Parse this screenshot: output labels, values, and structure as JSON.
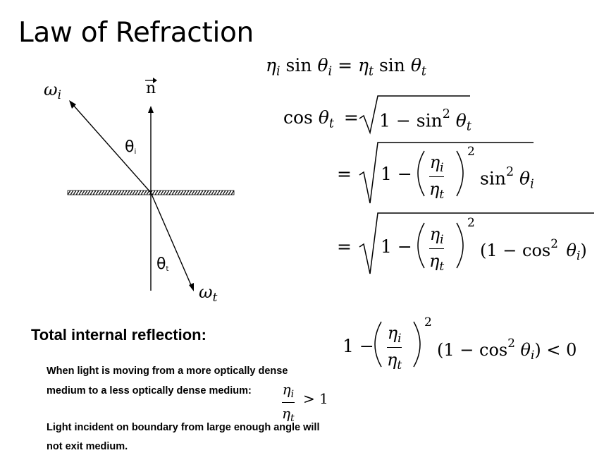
{
  "slide": {
    "title": "Law of Refraction"
  },
  "diagram": {
    "normal_label": "n",
    "omega_i": "ω",
    "omega_i_sub": "i",
    "omega_t": "ω",
    "omega_t_sub": "t",
    "theta_i": "θ",
    "theta_i_sub": "i",
    "theta_t": "θ",
    "theta_t_sub": "t"
  },
  "equations": {
    "snell": {
      "lhs": "η",
      "lhs_sub": "i",
      "sin": "sin",
      "theta": "θ",
      "eq": "=",
      "rhs": "η",
      "rhs_sub": "t"
    },
    "cos_line": {
      "cos": "cos",
      "theta": "θ",
      "theta_sub": "t",
      "eq": "=",
      "one_minus": "1 − sin",
      "sq": "2",
      "theta2": "θ",
      "theta2_sub": "t"
    },
    "line2": {
      "eq": "=",
      "one_minus": "1 −",
      "num": "η",
      "num_sub": "i",
      "den": "η",
      "den_sub": "t",
      "sq": "2",
      "sin": "sin",
      "sin_sq": "2",
      "theta": "θ",
      "theta_sub": "i"
    },
    "line3": {
      "eq": "=",
      "one_minus": "1 −",
      "num": "η",
      "num_sub": "i",
      "den": "η",
      "den_sub": "t",
      "sq": "2",
      "paren": "(1 − cos",
      "cos_sq": "2",
      "theta": "θ",
      "theta_sub": "i",
      "close": ")"
    },
    "tir": {
      "one_minus": "1 −",
      "num": "η",
      "num_sub": "i",
      "den": "η",
      "den_sub": "t",
      "sq": "2",
      "paren": "(1 − cos",
      "cos_sq": "2",
      "theta": "θ",
      "theta_sub": "i",
      "close": ") < 0"
    },
    "ratio": {
      "num": "η",
      "num_sub": "i",
      "den": "η",
      "den_sub": "t",
      "gt": "> 1"
    }
  },
  "tir_section": {
    "heading": "Total internal reflection:",
    "line1": "When light is moving from a more optically dense",
    "line2": "medium to a less optically dense medium:",
    "line3": "Light incident on boundary from large enough angle will",
    "line4": "not exit medium."
  }
}
